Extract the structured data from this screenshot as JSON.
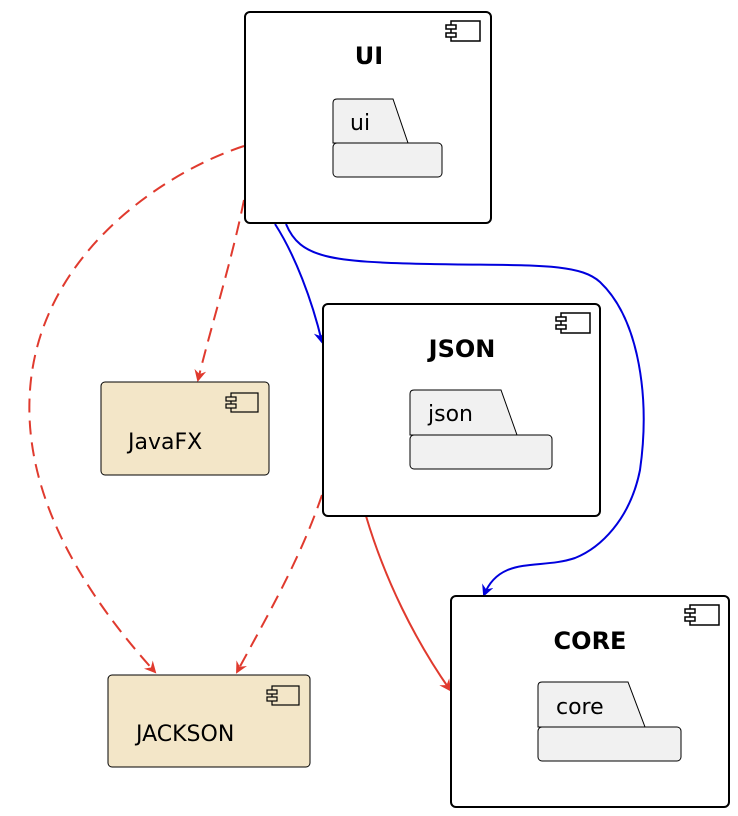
{
  "components": {
    "ui": {
      "title": "UI",
      "package": "ui"
    },
    "json": {
      "title": "JSON",
      "package": "json"
    },
    "core": {
      "title": "CORE",
      "package": "core"
    }
  },
  "externals": {
    "javafx": {
      "label": "JavaFX"
    },
    "jackson": {
      "label": "JACKSON"
    }
  },
  "colors": {
    "internal_dependency": "#0000dd",
    "external_dependency": "#e03a2e",
    "external_fill": "#f3e6c8",
    "package_fill": "#f1f1f1"
  }
}
